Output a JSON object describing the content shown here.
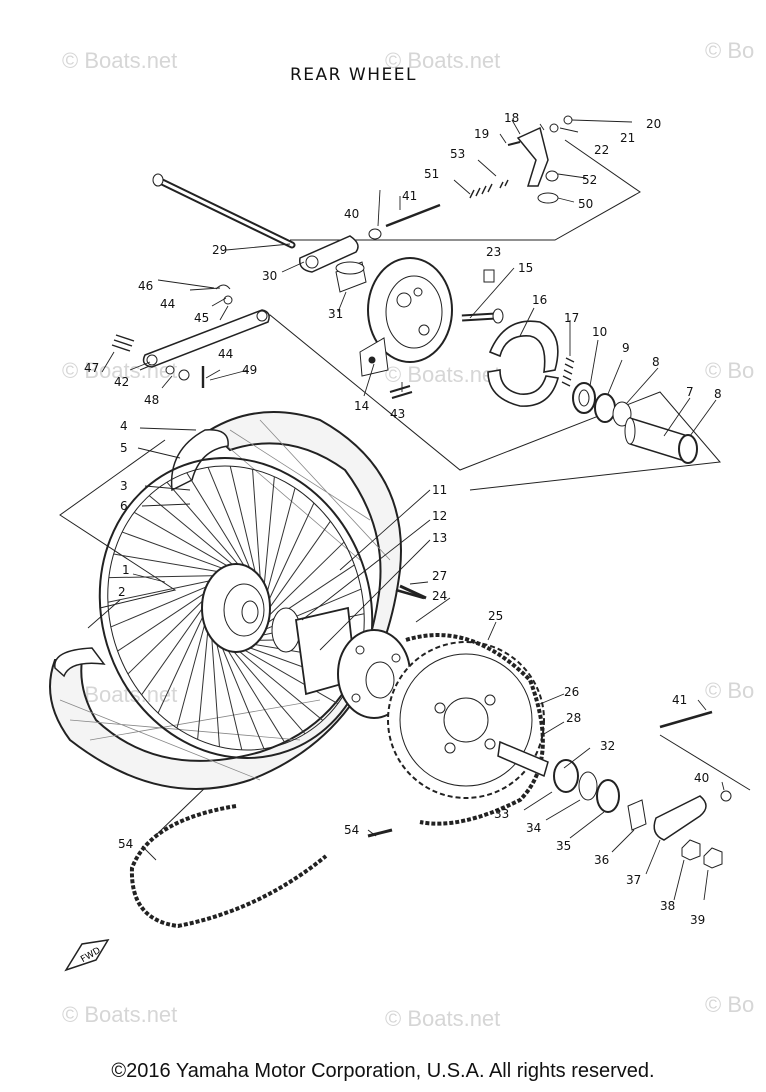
{
  "title": "REAR WHEEL",
  "watermark": "© Boats.net",
  "watermark_partial": "© Bo",
  "copyright": "©2016 Yamaha Motor Corporation, U.S.A. All rights reserved.",
  "fwd_label": "FWD",
  "callouts": [
    "1",
    "2",
    "3",
    "4",
    "5",
    "6",
    "7",
    "8",
    "8",
    "9",
    "10",
    "11",
    "12",
    "13",
    "14",
    "15",
    "16",
    "17",
    "18",
    "19",
    "20",
    "21",
    "22",
    "23",
    "24",
    "25",
    "26",
    "27",
    "28",
    "29",
    "30",
    "31",
    "32",
    "33",
    "34",
    "35",
    "36",
    "37",
    "38",
    "39",
    "40",
    "40",
    "41",
    "41",
    "42",
    "43",
    "44",
    "44",
    "45",
    "46",
    "47",
    "48",
    "49",
    "50",
    "51",
    "52",
    "53",
    "54",
    "54"
  ]
}
